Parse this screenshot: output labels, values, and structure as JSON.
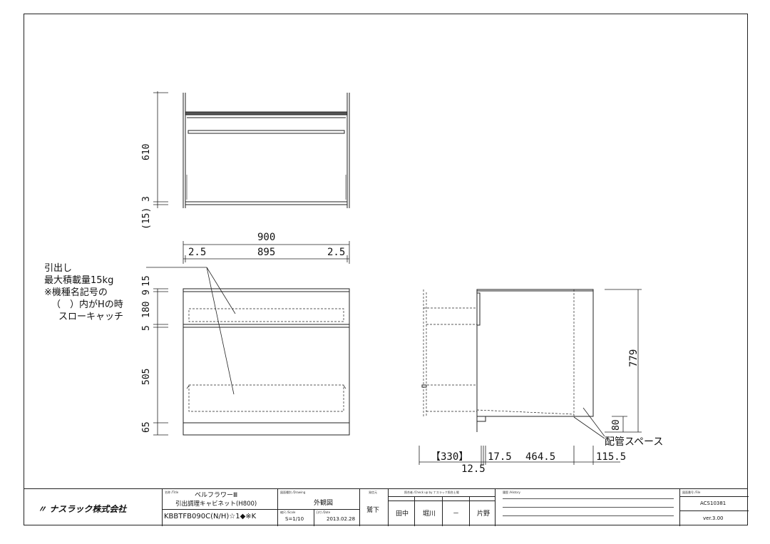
{
  "drawing": {
    "dimensions": {
      "front_top": {
        "h610": "610",
        "h3": "3",
        "h15": "(15)"
      },
      "width": {
        "overall": "900",
        "left_gap": "2.5",
        "inner": "895",
        "right_gap": "2.5"
      },
      "front_bottom": {
        "h15": "15",
        "h9": "9",
        "h180": "180",
        "h5": "5",
        "h505": "505",
        "h65": "65"
      },
      "side": {
        "height": "779",
        "h80": "80",
        "d330": "【330】",
        "d17_5": "17.5",
        "d12_5": "12.5",
        "d464_5": "464.5",
        "d115_5": "115.5"
      }
    },
    "notes": {
      "drawer_note": [
        "引出し",
        "最大積載量15kg",
        "※機種名記号の",
        "（　）内がHの時",
        "スローキャッチ"
      ],
      "piping_space": "配管スペース"
    }
  },
  "titleblock": {
    "company": "ナスラック株式会社",
    "name_caption": "名称 /Title",
    "series": "ベルフラワーⅢ",
    "product": "引出調理キャビネット(H800)",
    "model": "KBBTFB090C(N/H)☆1◆※K",
    "drawing_type_caption": "図面種別 /Drawing",
    "drawing_type": "外観図",
    "scale_caption": "縮尺 /Scale",
    "scale": "S=1/10",
    "date_caption": "日付 /Date",
    "date": "2013.02.28",
    "sender_caption": "発信元",
    "sender": "鷲下",
    "check_caption": "照合者 /Check up by ナスラック照合土場",
    "persons": [
      "田中",
      "堀川",
      "－",
      "片野"
    ],
    "history_caption": "履歴 /History",
    "file_caption": "図面番号 /File",
    "file_no": "ACS10381",
    "version": "ver.3.00"
  }
}
